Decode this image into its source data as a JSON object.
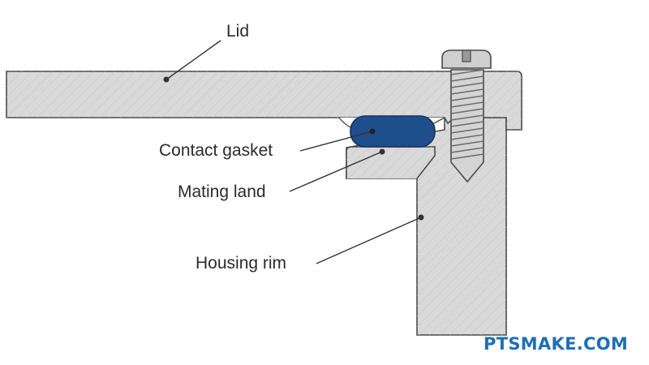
{
  "diagram": {
    "labels": {
      "lid": "Lid",
      "contact_gasket": "Contact gasket",
      "mating_land": "Mating land",
      "housing_rim": "Housing rim"
    },
    "watermark": "PTSMAKE.COM"
  },
  "colors": {
    "part_fill": "#d9d9d9",
    "part_stroke": "#4a4a4a",
    "hatch": "#c4c4c4",
    "gasket_fill": "#1f4e8c",
    "screw_fill": "#cfcfcf",
    "leader": "#333333",
    "brand": "#1e6fb5"
  }
}
